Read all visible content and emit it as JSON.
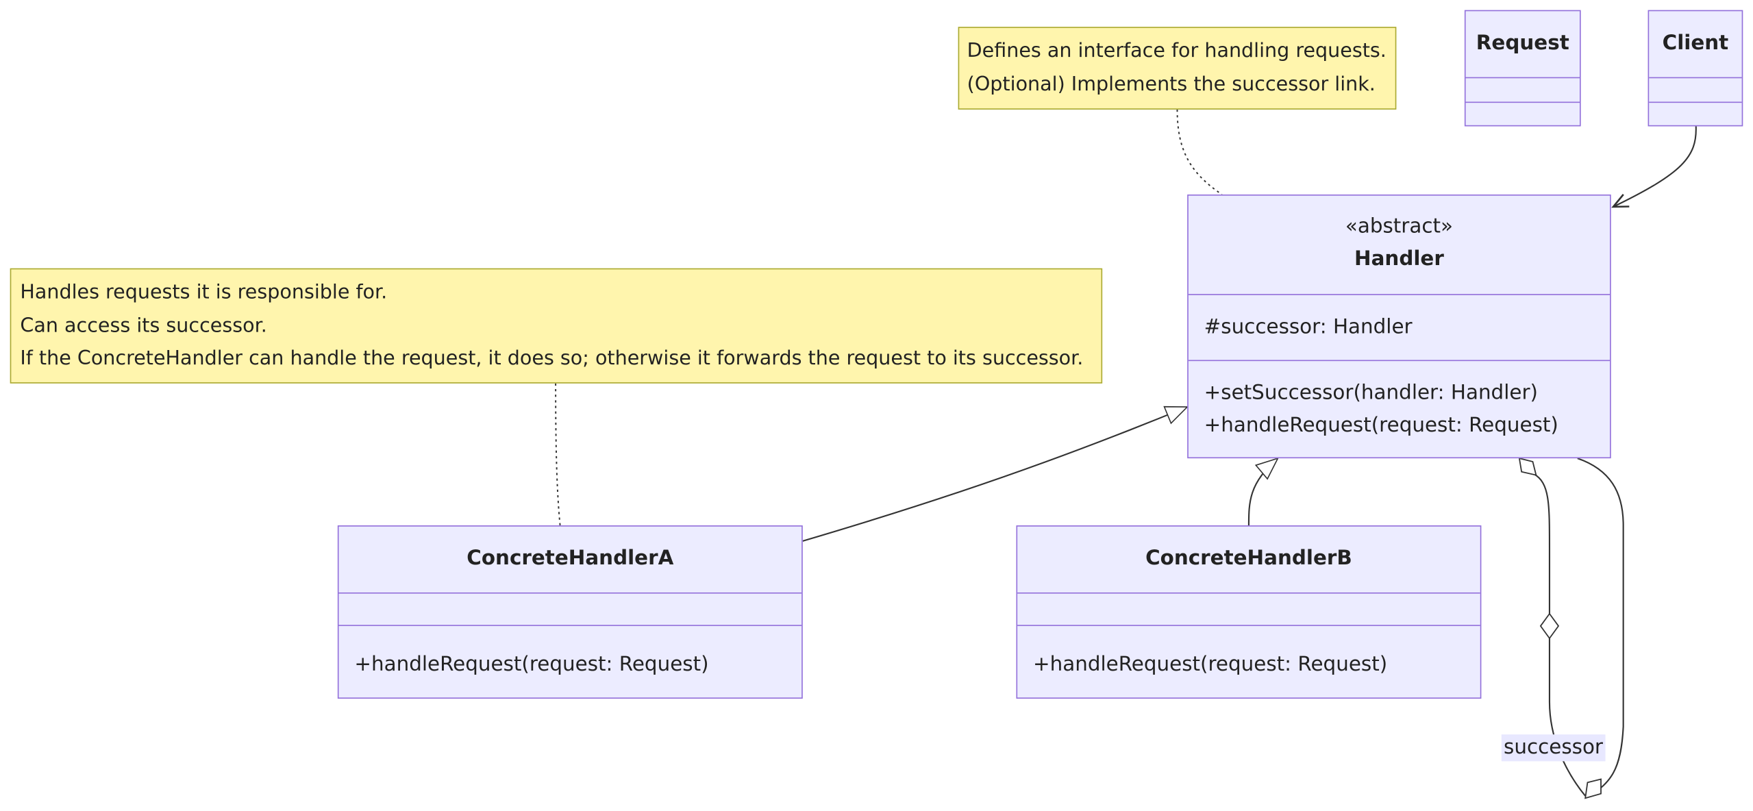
{
  "notes": {
    "handler": [
      "Defines an interface for handling requests.",
      "(Optional) Implements the successor link."
    ],
    "concrete": [
      "Handles requests it is responsible for.",
      "Can access its successor.",
      "If the ConcreteHandler can handle the request, it does so; otherwise it forwards the request to its successor."
    ]
  },
  "classes": {
    "request": {
      "name": "Request"
    },
    "client": {
      "name": "Client"
    },
    "handler": {
      "stereotype": "«abstract»",
      "name": "Handler",
      "attributes": [
        "#successor: Handler"
      ],
      "methods": [
        "+setSuccessor(handler: Handler)",
        "+handleRequest(request: Request)"
      ]
    },
    "concrete_a": {
      "name": "ConcreteHandlerA",
      "methods": [
        "+handleRequest(request: Request)"
      ]
    },
    "concrete_b": {
      "name": "ConcreteHandlerB",
      "methods": [
        "+handleRequest(request: Request)"
      ]
    }
  },
  "relations": {
    "successor_label": "successor"
  },
  "colors": {
    "class_fill": "#ececff",
    "class_border": "#9370db",
    "note_fill": "#fff5ad",
    "note_border": "#aaaa33",
    "line": "#333333"
  }
}
